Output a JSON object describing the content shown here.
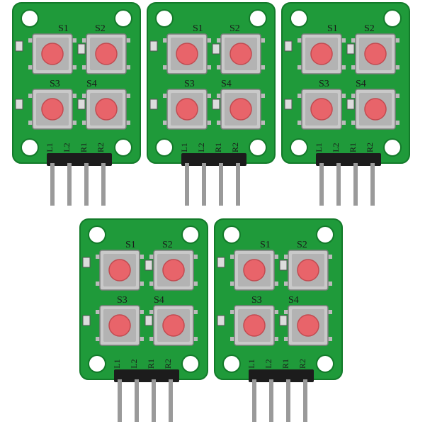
{
  "colors": {
    "pcb": "#1f9a3a",
    "pcb_dark": "#137a2a",
    "button_cap": "#e8646a",
    "switch_body": "#c9c9c9",
    "header_plastic": "#1c1c1c",
    "pin_metal": "#9a9a9a"
  },
  "boards": [
    {
      "switch_labels": [
        "S1",
        "S2",
        "S3",
        "S4"
      ],
      "pin_labels": [
        "L1",
        "L2",
        "R1",
        "R2"
      ]
    },
    {
      "switch_labels": [
        "S1",
        "S2",
        "S3",
        "S4"
      ],
      "pin_labels": [
        "L1",
        "L2",
        "R1",
        "R2"
      ]
    },
    {
      "switch_labels": [
        "S1",
        "S2",
        "S3",
        "S4"
      ],
      "pin_labels": [
        "L1",
        "L2",
        "R1",
        "R2"
      ]
    },
    {
      "switch_labels": [
        "S1",
        "S2",
        "S3",
        "S4"
      ],
      "pin_labels": [
        "L1",
        "L2",
        "R1",
        "R2"
      ]
    },
    {
      "switch_labels": [
        "S1",
        "S2",
        "S3",
        "S4"
      ],
      "pin_labels": [
        "L1",
        "L2",
        "R1",
        "R2"
      ]
    }
  ]
}
